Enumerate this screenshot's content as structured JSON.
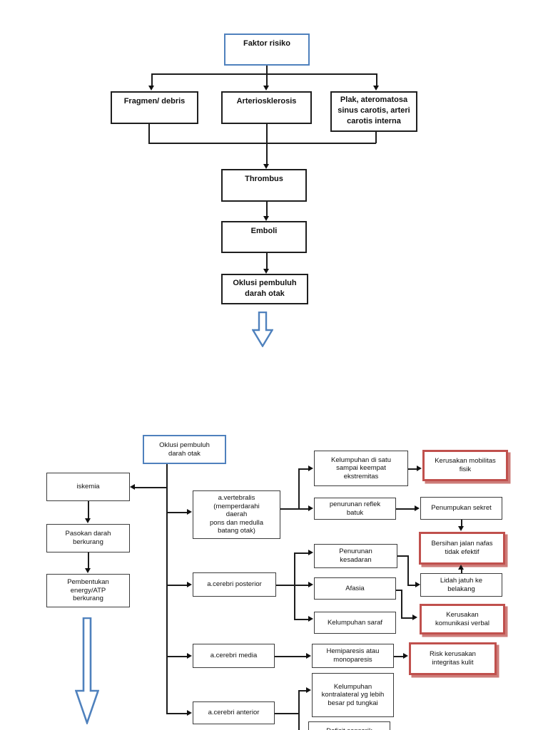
{
  "colors": {
    "accent_blue": "#4f81bd",
    "accent_red": "#c0504d",
    "red_shadow": "#cd7c79",
    "line_black": "#1c1c1c",
    "background": "#ffffff"
  },
  "icons": {
    "down_block_arrow": "down-block-arrow"
  },
  "top_chart": {
    "faktor_risiko": "Faktor risiko",
    "fragmen_debris": "Fragmen/ debris",
    "arteriosklerosis": "Arteriosklerosis",
    "plak": "Plak, ateromatosa\nsinus carotis, arteri\ncarotis interna",
    "thrombus": "Thrombus",
    "emboli": "Emboli",
    "oklusi": "Oklusi pembuluh\ndarah otak"
  },
  "bottom_chart": {
    "oklusi": "Oklusi pembuluh\ndarah otak",
    "iskemia": "iskemia",
    "pasokan_darah": "Pasokan darah\nberkurang",
    "pembentukan_atp": "Pembentukan\nenergy/ATP\nberkurang",
    "a_vertebralis": "a.vertebralis\n(memperdarahi\ndaerah\npons dan medulla\nbatang otak)",
    "a_cerebri_posterior": "a.cerebri posterior",
    "a_cerebri_media": "a.cerebri media",
    "a_cerebri_anterior": "a.cerebri anterior",
    "kelumpuhan_ekstremitas": "Kelumpuhan di satu\nsampai keempat\nekstremitas",
    "penurunan_reflek": "penurunan reflek\nbatuk",
    "penurunan_kesadaran": "Penurunan\nkesadaran",
    "afasia": "Afasia",
    "kelumpuhan_saraf": "Kelumpuhan saraf",
    "hemiparesis": "Hemiparesis atau\nmonoparesis",
    "kelumpuhan_kontralateral": "Kelumpuhan\nkontralateral yg lebih\nbesar pd tungkai",
    "deficit_sensorik": "Deficit sensorik",
    "kerusakan_mobilitas": "Kerusakan mobilitas\nfisik",
    "penumpukan_sekret": "Penumpukan sekret",
    "bersihan_jalan_nafas": "Bersihan jalan nafas\ntidak efektif",
    "lidah_jatuh": "Lidah jatuh ke\nbelakang",
    "kerusakan_komunikasi": "Kerusakan\nkomunikasi verbal",
    "risk_integritas": "Risk kerusakan\nintegritas kulit"
  }
}
